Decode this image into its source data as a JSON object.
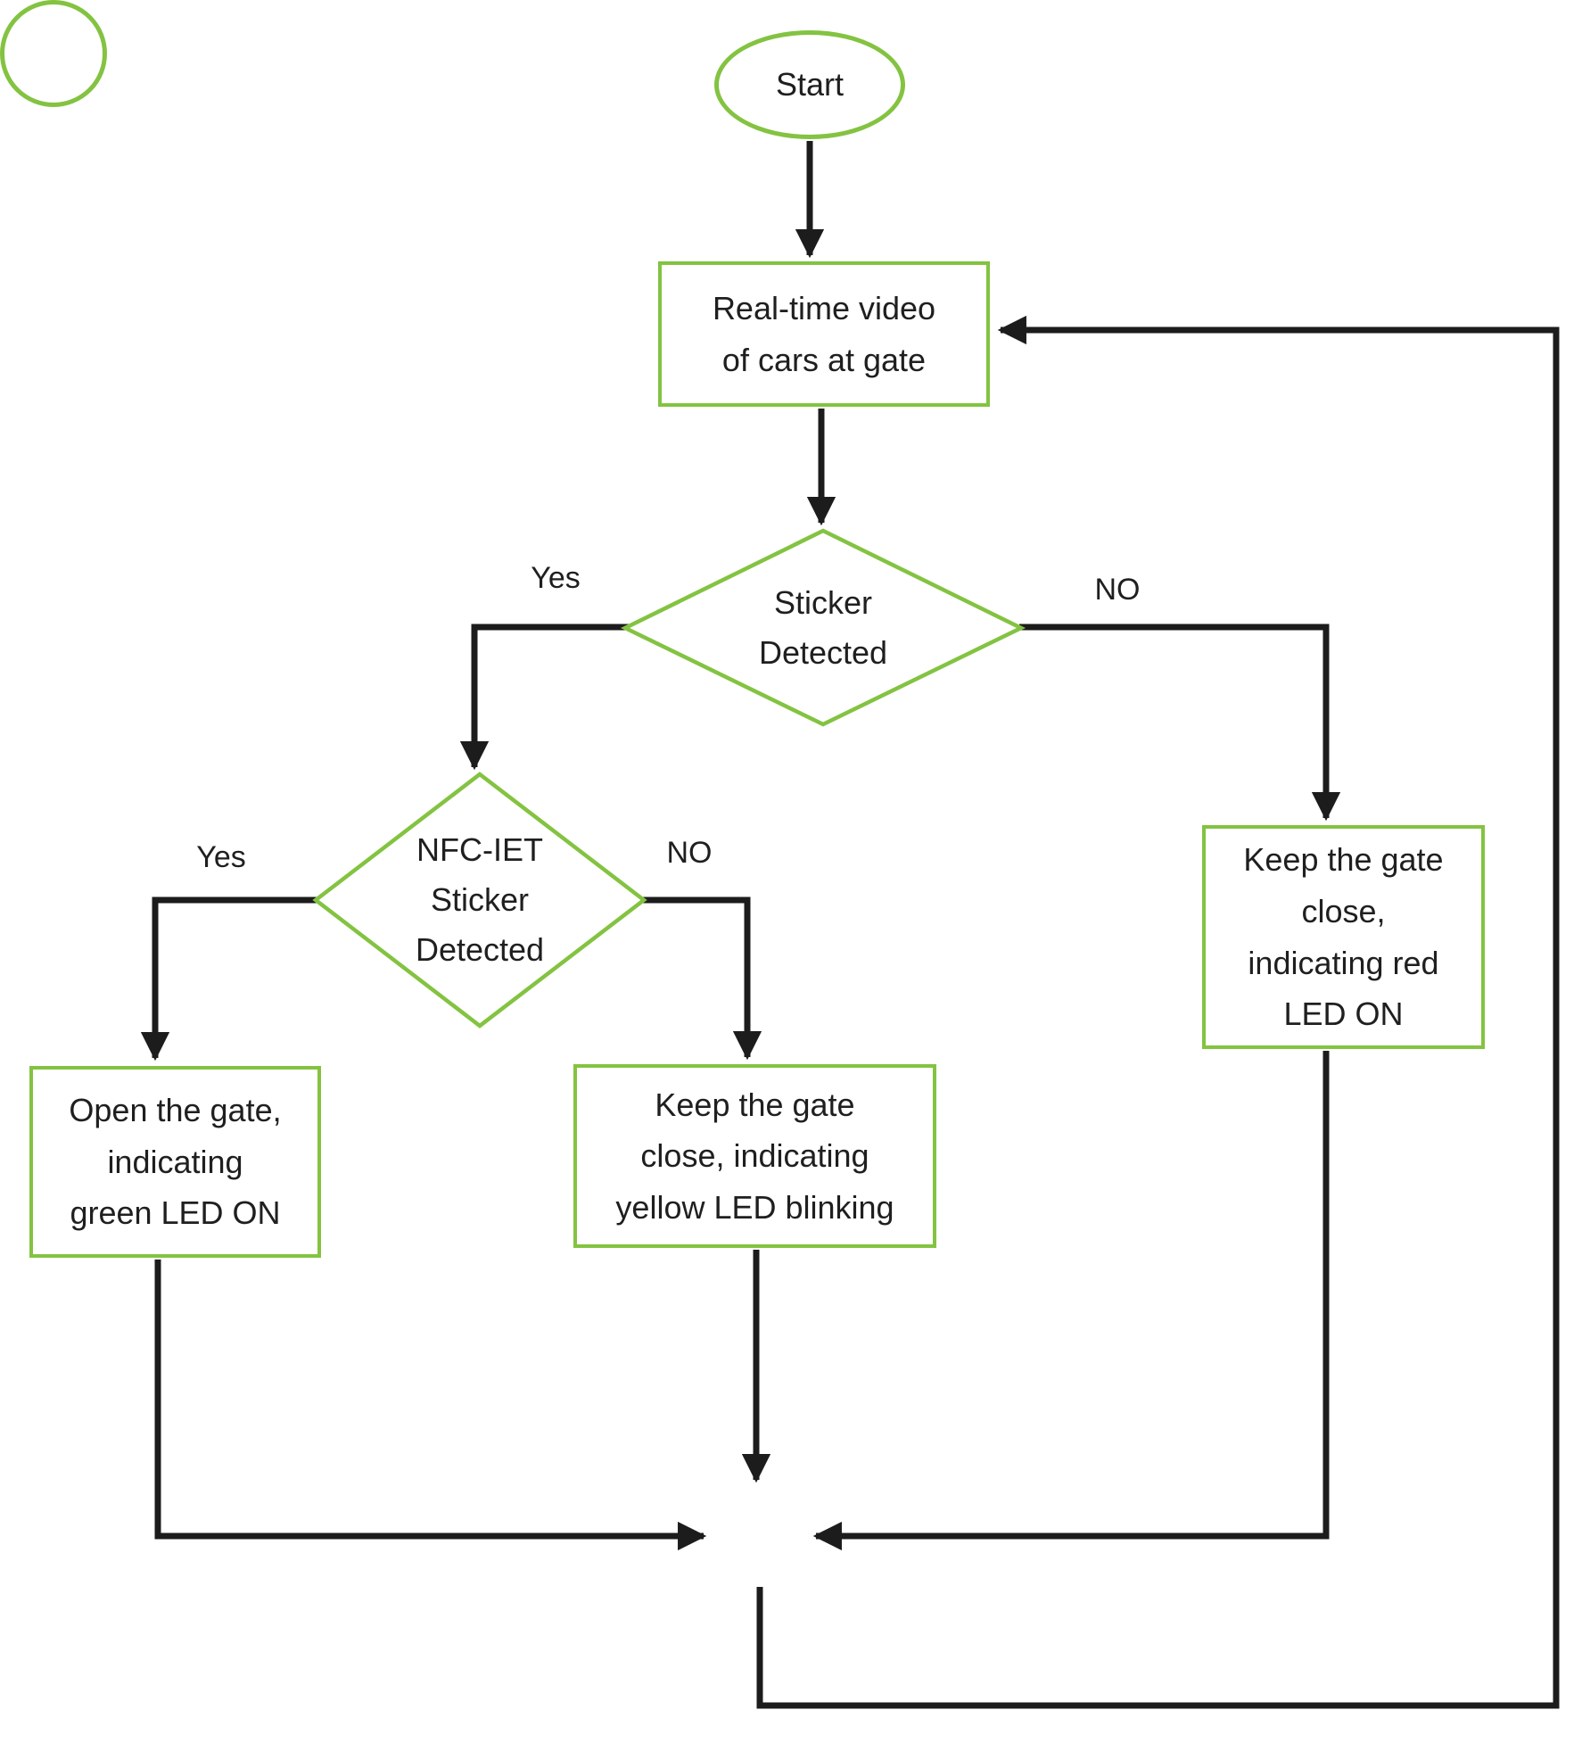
{
  "diagram_type": "flowchart",
  "colors": {
    "shape_border": "#83c341",
    "connector": "#1c1c1c",
    "text": "#1f1f1f",
    "bg": "#ffffff"
  },
  "nodes": {
    "start": {
      "shape": "oval",
      "label": "Start",
      "lines": [
        "Start"
      ]
    },
    "capture": {
      "shape": "process",
      "label": "Real-time video of cars at gate",
      "lines": [
        "Real-time video",
        "of cars at gate"
      ]
    },
    "sticker_decision": {
      "shape": "decision",
      "label": "Sticker Detected",
      "lines": [
        "Sticker",
        "Detected"
      ]
    },
    "nfc_decision": {
      "shape": "decision",
      "label": "NFC-IET Sticker Detected",
      "lines": [
        "NFC-IET",
        "Sticker",
        "Detected"
      ]
    },
    "open_gate": {
      "shape": "process",
      "label": "Open the gate, indicating green LED ON",
      "lines": [
        "Open the gate,",
        "indicating",
        "green LED ON"
      ]
    },
    "keep_close_yellow": {
      "shape": "process",
      "label": "Keep the gate close, indicating yellow LED blinking",
      "lines": [
        "Keep the gate",
        "close, indicating",
        "yellow LED blinking"
      ]
    },
    "keep_close_red": {
      "shape": "process",
      "label": "Keep the gate close, indicating red LED ON",
      "lines": [
        "Keep the gate",
        "close,",
        "indicating red",
        "LED ON"
      ]
    },
    "junction": {
      "shape": "connector-circle",
      "label": ""
    }
  },
  "edge_labels": {
    "sticker_yes": "Yes",
    "sticker_no": "NO",
    "nfc_yes": "Yes",
    "nfc_no": "NO"
  },
  "edges": [
    {
      "from": "start",
      "to": "capture",
      "label": ""
    },
    {
      "from": "capture",
      "to": "sticker_decision",
      "label": ""
    },
    {
      "from": "sticker_decision",
      "to": "nfc_decision",
      "label": "Yes"
    },
    {
      "from": "sticker_decision",
      "to": "keep_close_red",
      "label": "NO"
    },
    {
      "from": "nfc_decision",
      "to": "open_gate",
      "label": "Yes"
    },
    {
      "from": "nfc_decision",
      "to": "keep_close_yellow",
      "label": "NO"
    },
    {
      "from": "open_gate",
      "to": "junction",
      "label": ""
    },
    {
      "from": "keep_close_yellow",
      "to": "junction",
      "label": ""
    },
    {
      "from": "keep_close_red",
      "to": "junction",
      "label": ""
    },
    {
      "from": "junction",
      "to": "capture",
      "label": ""
    }
  ]
}
